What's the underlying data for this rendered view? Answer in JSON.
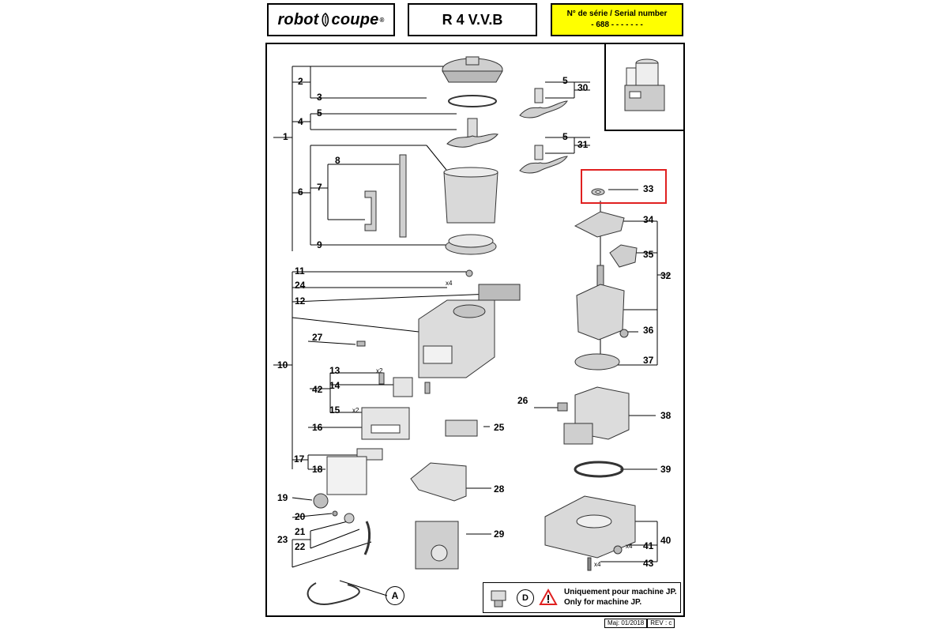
{
  "header": {
    "brand_left": "robot",
    "brand_right": "coupe",
    "brand_reg": "®",
    "model": "R 4 V.V.B",
    "serial_label": "N° de série / Serial number",
    "serial_value": "- 688 - - - - -   - -"
  },
  "callouts": {
    "n1": "1",
    "n2": "2",
    "n3": "3",
    "n4": "4",
    "n5a": "5",
    "n6": "6",
    "n7": "7",
    "n8": "8",
    "n9": "9",
    "n10": "10",
    "n11": "11",
    "n12": "12",
    "n13": "13",
    "n14": "14",
    "n15": "15",
    "n16": "16",
    "n17": "17",
    "n18": "18",
    "n19": "19",
    "n20": "20",
    "n21": "21",
    "n22": "22",
    "n23": "23",
    "n24": "24",
    "n25": "25",
    "n26": "26",
    "n27": "27",
    "n28": "28",
    "n29": "29",
    "n5b": "5",
    "n30": "30",
    "n5c": "5",
    "n31": "31",
    "n32": "32",
    "n33": "33",
    "n34": "34",
    "n35": "35",
    "n36": "36",
    "n37": "37",
    "n38": "38",
    "n39": "39",
    "n40": "40",
    "n41": "41",
    "n42": "42",
    "n43": "43",
    "nA": "A",
    "nD": "D"
  },
  "qty": {
    "x4_a": "x4",
    "x2_a": "x2",
    "x2_b": "x2",
    "x4_b": "x4",
    "x4_c": "x4"
  },
  "note": {
    "line_fr": "Uniquement pour machine JP.",
    "line_en": "Only for machine JP."
  },
  "footer": {
    "date": "Maj: 01/2018",
    "rev": "REV : c"
  },
  "highlight": {
    "color": "#e02020",
    "target_part": "33"
  }
}
